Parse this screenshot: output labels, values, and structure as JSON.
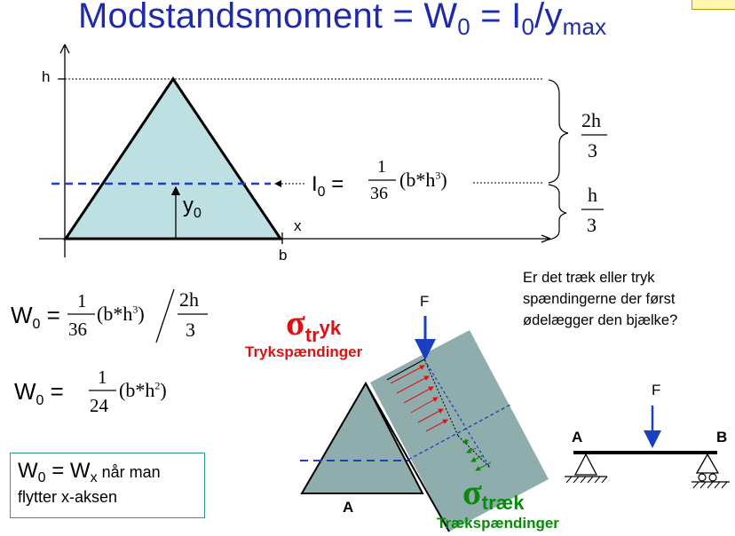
{
  "title": {
    "main": "Modstandsmoment = W",
    "sub1": "0",
    "eq2": " = I",
    "sub2": "0",
    "slash": "/y",
    "sub3": "max"
  },
  "colors": {
    "title": "#1f2ba8",
    "triangle_fill": "#bfe0e3",
    "beam_block": "#8fadad",
    "compression": "#e01010",
    "tension": "#0a8a0a",
    "neutral_axis": "#2040c0"
  },
  "diagram": {
    "label_h": "h",
    "label_b": "b",
    "label_x": "x",
    "label_y0": "y",
    "label_y0_sub": "0",
    "I0_label": "I",
    "I0_sub": "0",
    "I0_eq": " =",
    "I0_formula_num": "1",
    "I0_formula_den": "36",
    "I0_formula_rest": "(b*h",
    "I0_formula_exp": "3",
    "I0_formula_close": ")",
    "brace_top_num": "2h",
    "brace_top_den": "3",
    "brace_bot_num": "h",
    "brace_bot_den": "3"
  },
  "formulas": {
    "w1_label": "W",
    "w1_sub": "0",
    "w1_eq": " =",
    "w1_num": "1",
    "w1_den": "36",
    "w1_rest": "(b*h",
    "w1_exp": "3",
    "w1_close": ")",
    "w1_div_num": "2h",
    "w1_div_den": "3",
    "w2_label": "W",
    "w2_sub": "0",
    "w2_eq": " =",
    "w2_num": "1",
    "w2_den": "24",
    "w2_rest": "(b*h",
    "w2_exp": "2",
    "w2_close": ")"
  },
  "note_box": {
    "w0": "W",
    "w0_sub": "0",
    "eq": " = W",
    "wx_sub": "x",
    "line1_rest": " når man",
    "line2": "flytter x-aksen"
  },
  "question": "Er det træk eller tryk spændingerne der først ødelægger den bjælke?",
  "stress": {
    "sigma": "σ",
    "tryk_sub": "tr",
    "tryk_suffix": "yk",
    "tryk_caption": "Trykspændinger",
    "traek_sub": "træk",
    "traek_caption": "Trækspændinger",
    "force_label": "F",
    "point_a": "A"
  },
  "beam": {
    "force_label": "F",
    "left_label": "A",
    "right_label": "B"
  }
}
